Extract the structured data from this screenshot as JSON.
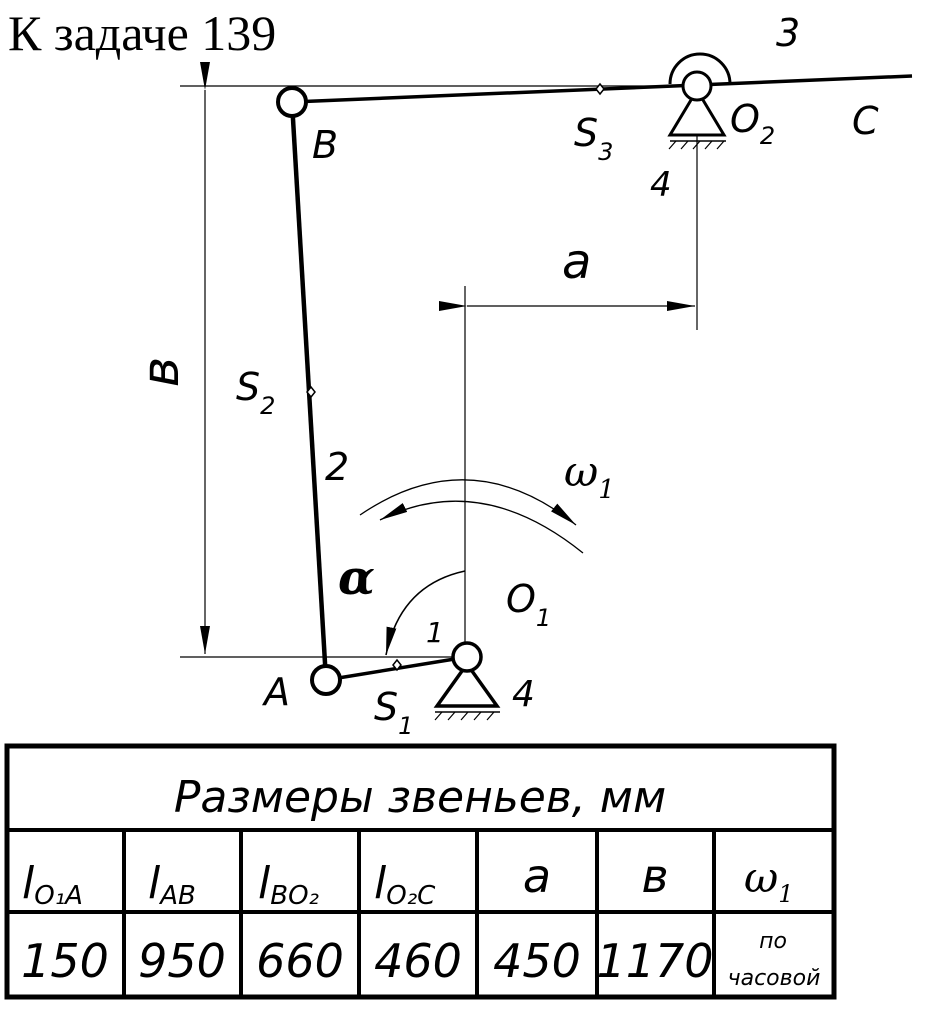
{
  "title": "К задаче 139",
  "labels": {
    "point_a": "A",
    "point_b": "B",
    "point_c": "C",
    "point_o1_letter": "O",
    "point_o1_sub": "1",
    "point_o2_letter": "O",
    "point_o2_sub": "2",
    "s1_letter": "S",
    "s1_sub": "1",
    "s2_letter": "S",
    "s2_sub": "2",
    "s3_letter": "S",
    "s3_sub": "3",
    "link_1": "1",
    "link_2": "2",
    "link_3": "3",
    "ground_o1": "4",
    "ground_o2": "4",
    "dim_a": "a",
    "dim_b": "в",
    "angle_alpha": "α",
    "omega_letter": "ω",
    "omega_sub": "1"
  },
  "table": {
    "title": "Размеры звеньев, мм",
    "headers": [
      {
        "main": "l",
        "sub": "O₁A"
      },
      {
        "main": "l",
        "sub": "AB"
      },
      {
        "main": "l",
        "sub": "BO₂"
      },
      {
        "main": "l",
        "sub": "O₂C"
      },
      {
        "main": "a",
        "sub": ""
      },
      {
        "main": "в",
        "sub": ""
      },
      {
        "main": "ω",
        "sub": "1"
      }
    ],
    "values": [
      "150",
      "950",
      "660",
      "460",
      "450",
      "1170"
    ],
    "omega_value_line1": "по",
    "omega_value_line2": "часовой"
  }
}
